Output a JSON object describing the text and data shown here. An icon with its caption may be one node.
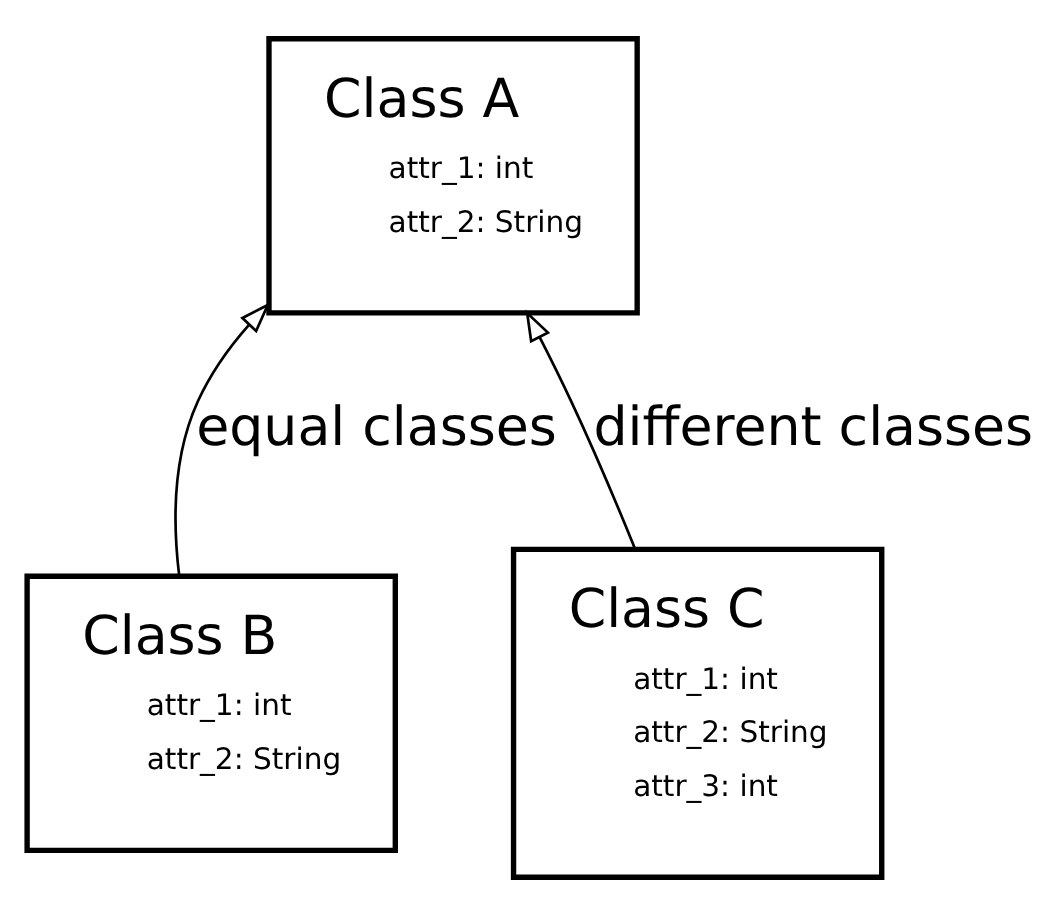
{
  "diagram": {
    "nodes": [
      {
        "text": [
          "Class A",
          "attr_1: int",
          "attr_2: String"
        ]
      },
      {
        "text": [
          "Class B",
          "attr_1: int",
          "attr_2: String"
        ]
      },
      {
        "text": [
          "Class C",
          "attr_1: int",
          "attr_2: String",
          "attr_3: int"
        ]
      }
    ],
    "edges": [
      {
        "from": 1,
        "to": 0,
        "arrow": "to",
        "label": "equal classes"
      },
      {
        "from": 2,
        "to": 0,
        "arrow": "to",
        "label": "different classes"
      }
    ]
  }
}
